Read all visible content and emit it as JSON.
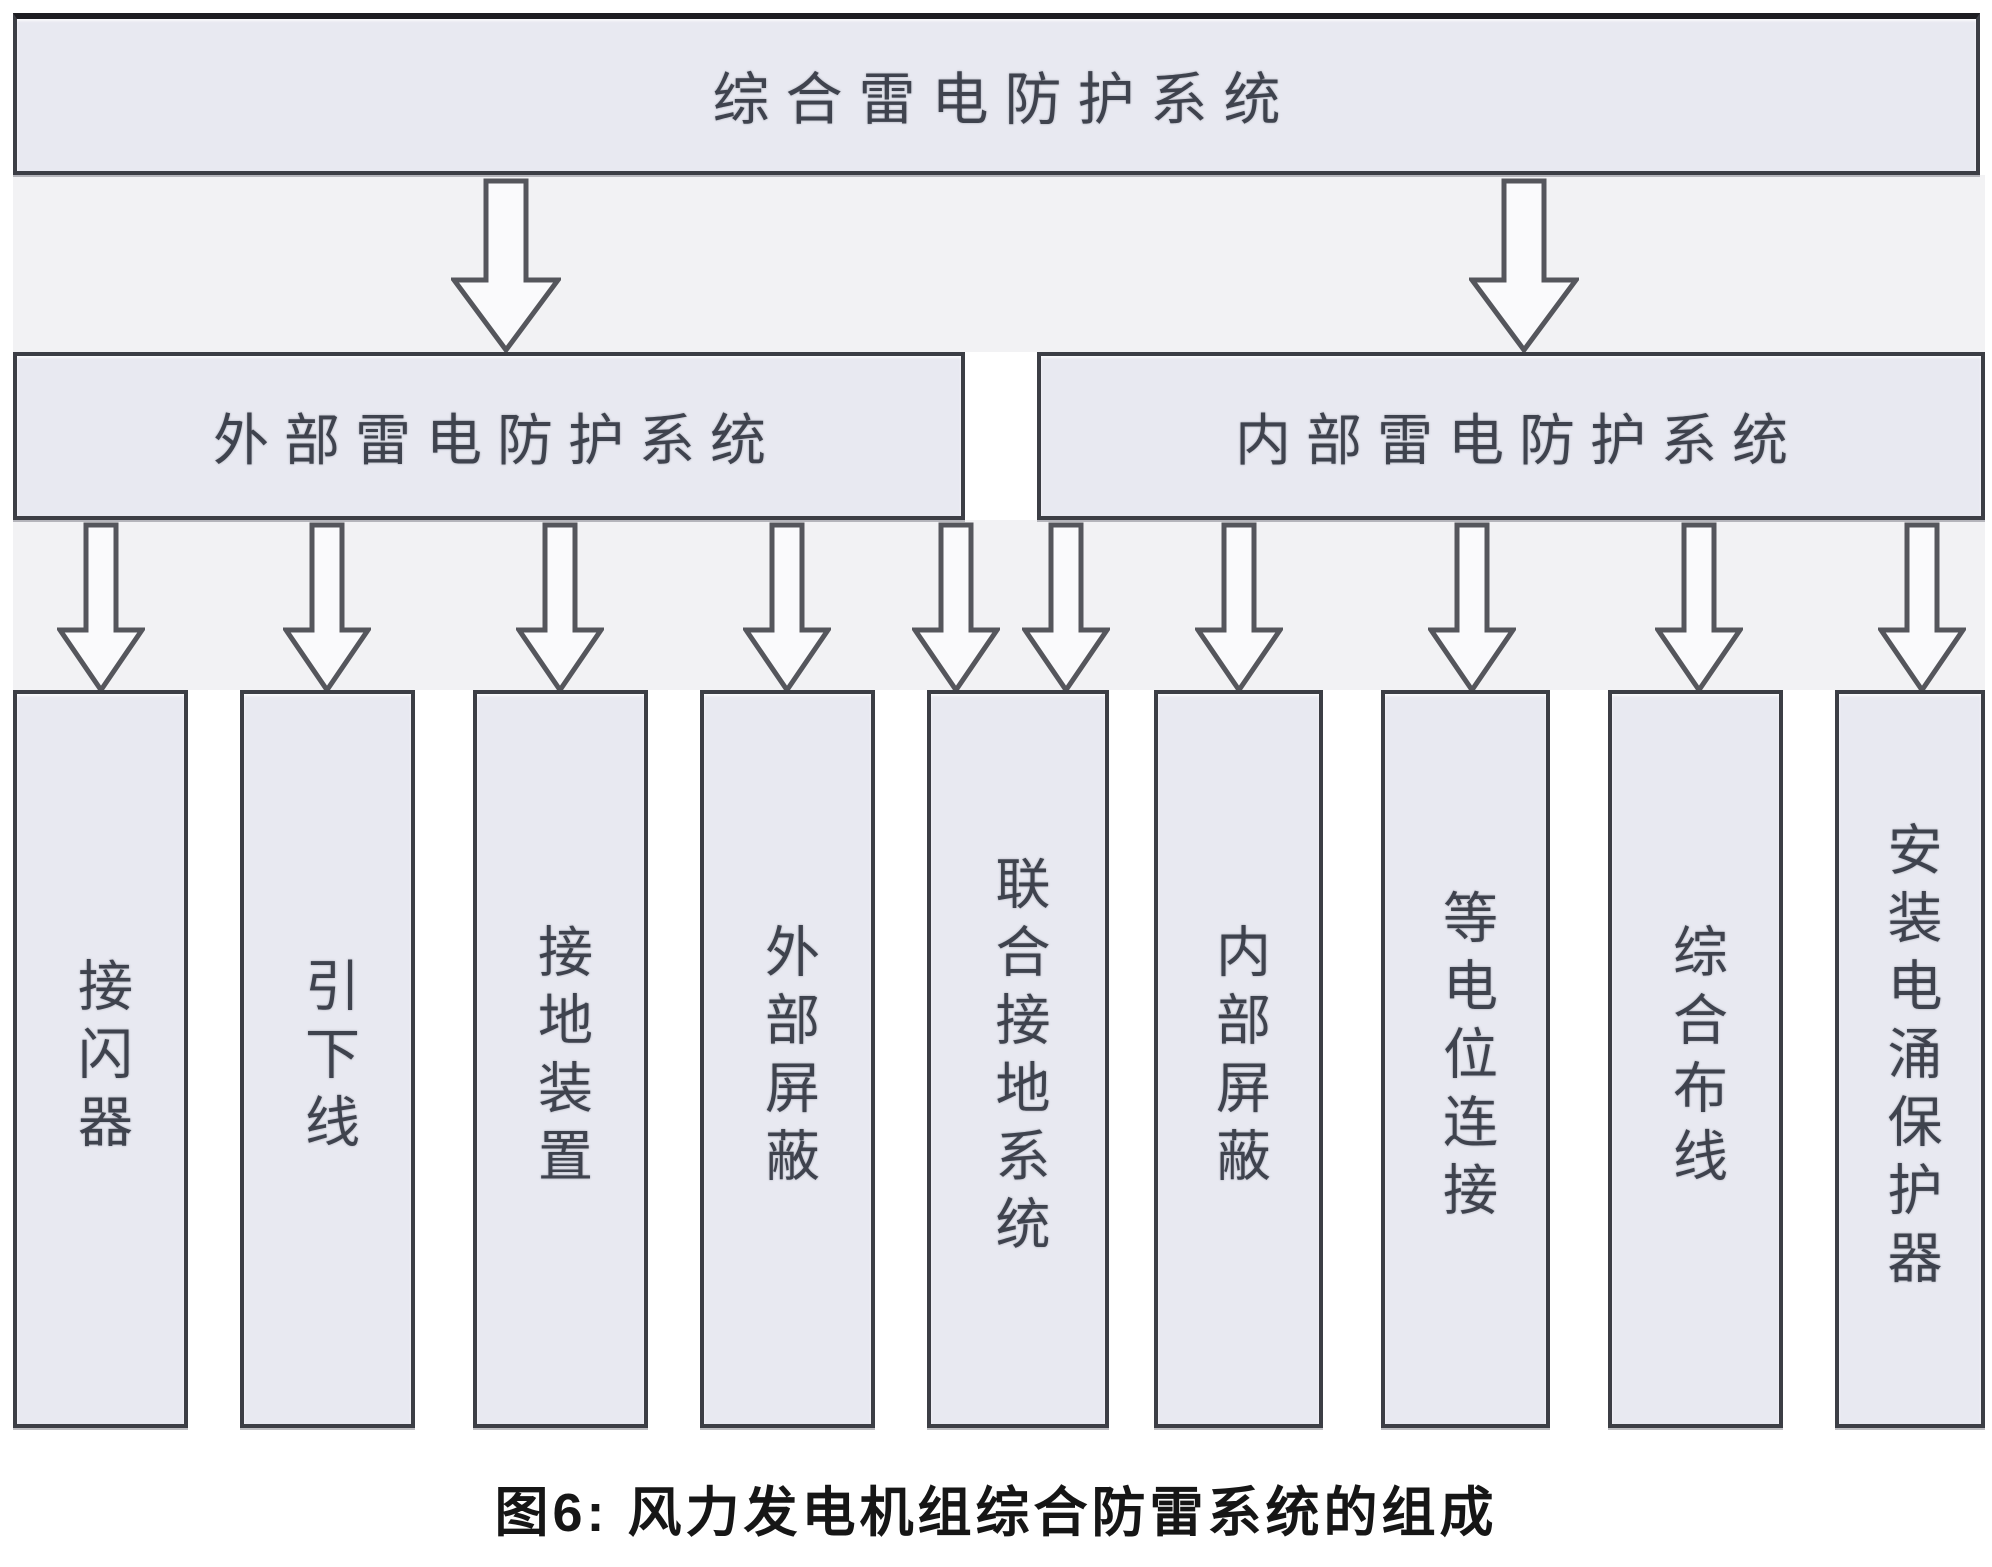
{
  "diagram": {
    "root": {
      "label": "综合雷电防护系统"
    },
    "level2": [
      {
        "id": "external",
        "label": "外部雷电防护系统"
      },
      {
        "id": "internal",
        "label": "内部雷电防护系统"
      }
    ],
    "leaves": [
      {
        "label": "接闪器",
        "parent": "external"
      },
      {
        "label": "引下线",
        "parent": "external"
      },
      {
        "label": "接地装置",
        "parent": "external"
      },
      {
        "label": "外部屏蔽",
        "parent": "external"
      },
      {
        "label": "联合接地系统",
        "parent": "external+internal"
      },
      {
        "label": "内部屏蔽",
        "parent": "internal"
      },
      {
        "label": "等电位连接",
        "parent": "internal"
      },
      {
        "label": "综合布线",
        "parent": "internal"
      },
      {
        "label": "安装电涌保护器",
        "parent": "internal"
      }
    ],
    "caption": "图6: 风力发电机组综合防雷系统的组成",
    "colors": {
      "box_fill": "#e8e9f1",
      "box_border": "#3c3e45",
      "arrow_fill": "#fafafc",
      "arrow_outline": "#55565c",
      "node_text": "#3f434e",
      "caption_text": "#161616",
      "band_background": "#f2f2f4"
    }
  }
}
